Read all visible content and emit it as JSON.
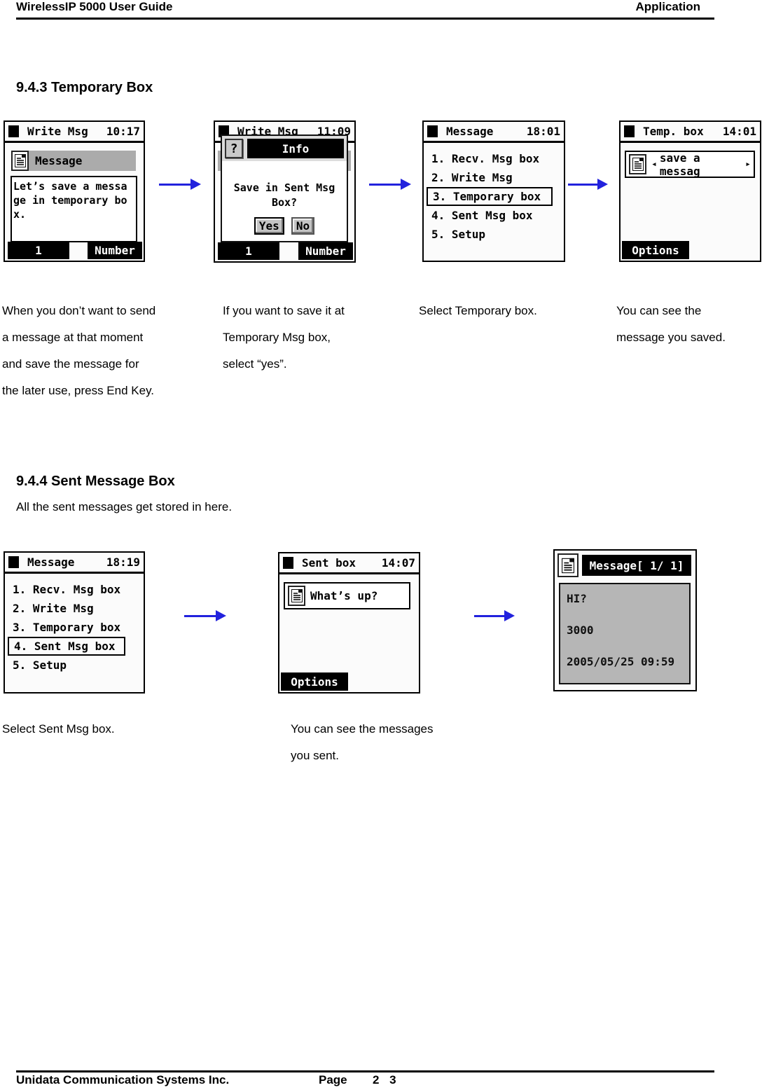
{
  "header": {
    "left": "WirelessIP 5000 User Guide",
    "right": "Application"
  },
  "footer": {
    "company": "Unidata Communication Systems Inc.",
    "page_label": "Page",
    "page_number": "2 3"
  },
  "colors": {
    "arrow_blue": "#2222dd",
    "label_bar_gray": "#ababab",
    "message_body_gray": "#b6b6b6"
  },
  "section_943": {
    "title": "9.4.3 Temporary Box",
    "captions": [
      {
        "text": "When you don’t want to send\na message at that moment\nand save the message for\nthe later use, press End Key."
      },
      {
        "text": "If you want to save it at\nTemporary Msg box,\nselect “yes”."
      },
      {
        "text": "Select Temporary box."
      },
      {
        "text": "You can see the\nmessage you saved."
      }
    ]
  },
  "section_944": {
    "title": "9.4.4 Sent Message Box",
    "subtitle": "All the sent messages get stored in here.",
    "captions": [
      {
        "text": "Select Sent Msg box."
      },
      {
        "text": "You can see the messages\nyou sent."
      }
    ]
  },
  "screens": {
    "write_msg_1": {
      "title": "Write Msg",
      "time": "10:17",
      "label": "Message",
      "body": "Let’s save a messa\nge in temporary bo\nx.",
      "softkey_left": "1",
      "softkey_right": "Number"
    },
    "write_msg_2": {
      "title": "Write Msg",
      "time": "11:09",
      "softkey_left": "1",
      "softkey_right": "Number",
      "dialog": {
        "icon": "?",
        "title": "Info",
        "body": "Save in Sent Msg\nBox?",
        "yes_label": "Yes",
        "no_label": "No"
      }
    },
    "message_menu_1": {
      "title": "Message",
      "time": "18:01",
      "items": [
        "1. Recv. Msg box",
        "2. Write Msg",
        "3. Temporary box",
        "4. Sent Msg box",
        "5. Setup"
      ],
      "selected": "3. Temporary box"
    },
    "temp_box": {
      "title": "Temp. box",
      "time": "14:01",
      "left_arrow": "◂",
      "item": "save a messag",
      "right_arrow": "▸",
      "softkey": "Options"
    },
    "message_menu_2": {
      "title": "Message",
      "time": "18:19",
      "items": [
        "1. Recv. Msg box",
        "2. Write Msg",
        "3. Temporary box",
        "4. Sent Msg box",
        "5. Setup"
      ],
      "selected": "4. Sent Msg box"
    },
    "sent_box": {
      "title": "Sent box",
      "time": "14:07",
      "item": "What’s up?",
      "softkey": "Options"
    },
    "message_view": {
      "header": "Message[ 1/ 1]",
      "line1": "HI?",
      "line2": "3000",
      "line3": "2005/05/25 09:59"
    }
  }
}
